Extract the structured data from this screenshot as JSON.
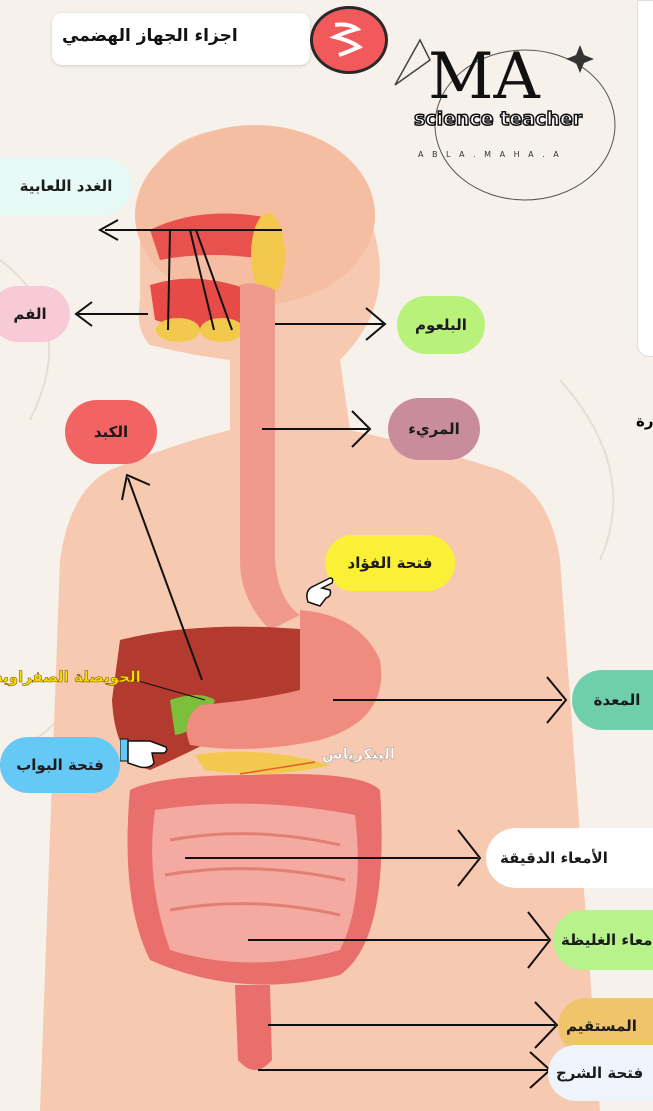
{
  "title": "اجزاء الجهاز الهضمي",
  "logo": {
    "monogram": "MA",
    "text": "science teacher",
    "sub": "A B L A . M A H A . A"
  },
  "partial_text": "رة",
  "labels": {
    "salivary_glands": "الغدد اللعابية",
    "mouth": "الفم",
    "pharynx": "البلعوم",
    "liver": "الكبد",
    "esophagus": "المريء",
    "cardiac_opening": "فتحة الفؤاد",
    "gallbladder": "الحويصلة الصفراوية",
    "stomach": "المعدة",
    "pyloric_opening": "فتحة البواب",
    "pancreas": "البنكرياس",
    "small_intestine": "الأمعاء الدقيقة",
    "large_intestine": "الأمعاء الغليظة",
    "rectum": "المستقيم",
    "anus": "فتحة الشرج"
  },
  "colors": {
    "body": "#f7c9b0",
    "salivary_bg": "#e6f9f4",
    "mouth_bg": "#f8c9d6",
    "pharynx_bg": "#b9f27a",
    "liver_bg": "#f26363",
    "esophagus_bg": "#c98c9b",
    "cardiac_bg": "#fbf036",
    "stomach_bg": "#6fcfad",
    "pyloric_bg": "#66c8f4",
    "small_int_bg": "#ffffff",
    "large_int_bg": "#b7f28a",
    "rectum_bg": "#f0c46b",
    "anus_bg": "#eef4fb",
    "gallbladder_text": "#ffe300",
    "pancreas_text": "#ffffff"
  },
  "icons": [
    "intestine-icon",
    "pointing-hand-icon",
    "rocket-icon",
    "sparkle-icon"
  ]
}
